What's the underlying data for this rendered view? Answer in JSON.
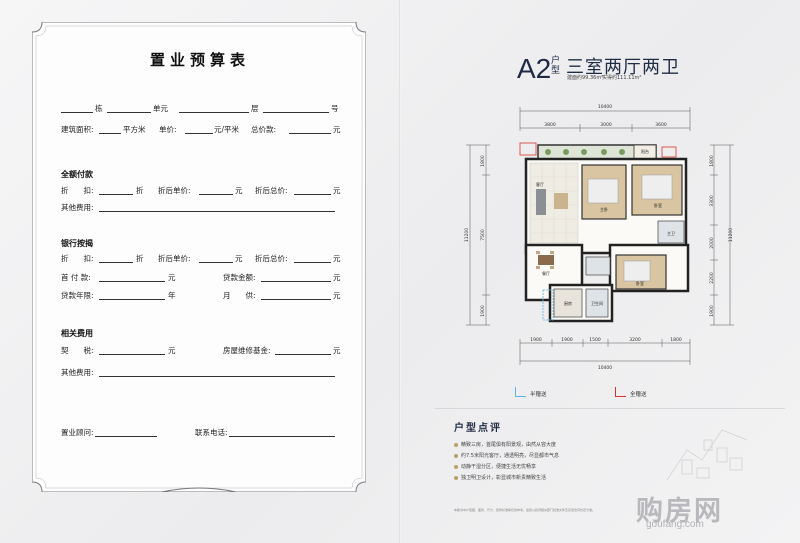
{
  "budget_form": {
    "title": "置业预算表",
    "unit_row": {
      "building": "栋",
      "unit": "单元",
      "floor": "层",
      "number": "号"
    },
    "area_row": {
      "area_label": "建筑面积:",
      "area_unit": "平方米",
      "price_label": "单价:",
      "price_unit": "元/平米",
      "total_label": "总价款:",
      "total_unit": "元"
    },
    "full_payment": {
      "heading": "全额付款",
      "discount_label": "折　　扣:",
      "discount_unit": "折",
      "unit_price_label": "折后单价:",
      "unit_price_unit": "元",
      "total_label": "折后总价:",
      "total_unit": "元",
      "other_label": "其他费用:"
    },
    "mortgage": {
      "heading": "银行按揭",
      "discount_label": "折　　扣:",
      "discount_unit": "折",
      "unit_price_label": "折后单价:",
      "unit_price_unit": "元",
      "total_label": "折后总价:",
      "total_unit": "元",
      "down_label": "首 付 款:",
      "down_unit": "元",
      "loan_label": "贷款金额:",
      "loan_unit": "元",
      "years_label": "贷款年限:",
      "years_unit": "年",
      "monthly_label": "月　　供:",
      "monthly_unit": "元"
    },
    "related": {
      "heading": "相关费用",
      "deed_label": "契　　税:",
      "deed_unit": "元",
      "maint_label": "房屋维修基金:",
      "maint_unit": "元",
      "other_label": "其他费用:"
    },
    "consultant_label": "置业顾问:",
    "phone_label": "联系电话:"
  },
  "floor_plan": {
    "code": "A2",
    "type_label": "户型",
    "name": "三室两厅两卫",
    "built_area": "建面约99.36m²",
    "usable_area": "实得约111.11m²",
    "dims_top_total": "10400",
    "dims_top": [
      "3800",
      "3000",
      "3600"
    ],
    "dims_bottom": [
      "1900",
      "1900",
      "1500",
      "3200",
      "1800"
    ],
    "dims_bottom_total": "10400",
    "dims_left": [
      "1800",
      "7500",
      "1900"
    ],
    "dims_left_total": "11200",
    "dims_right": [
      "1800",
      "3300",
      "2000",
      "2200",
      "1900"
    ],
    "dims_right_total": "11200",
    "rooms": {
      "living": "客厅",
      "master": "主卧",
      "bed1": "卧室",
      "bed2": "卧室",
      "dining": "餐厅",
      "kitchen": "厨房",
      "bath1": "主卫",
      "bath2": "卫生间",
      "balcony": "阳台"
    },
    "legend_half": "半赠送",
    "legend_full": "全赠送",
    "legend_half_color": "#5bb3e6",
    "legend_full_color": "#d9342b"
  },
  "review": {
    "title": "户型点评",
    "items": [
      "精致三房，首尾俱有阳景观，由然从容大度",
      "约7.5米阳光客厅，通透明亮，尽显都市气息",
      "动静干湿分区，便捷生活无忧畅享",
      "独卫明卫设计，彰显城市新贵精致生活"
    ],
    "disclaimer": "本楼书中户型图、面积、尺寸、装修标准等仅供参考，最终以政府相关部门批准文件及买卖合同约定为准。"
  },
  "watermark": {
    "text": "购房网",
    "url": "goufang.com"
  }
}
